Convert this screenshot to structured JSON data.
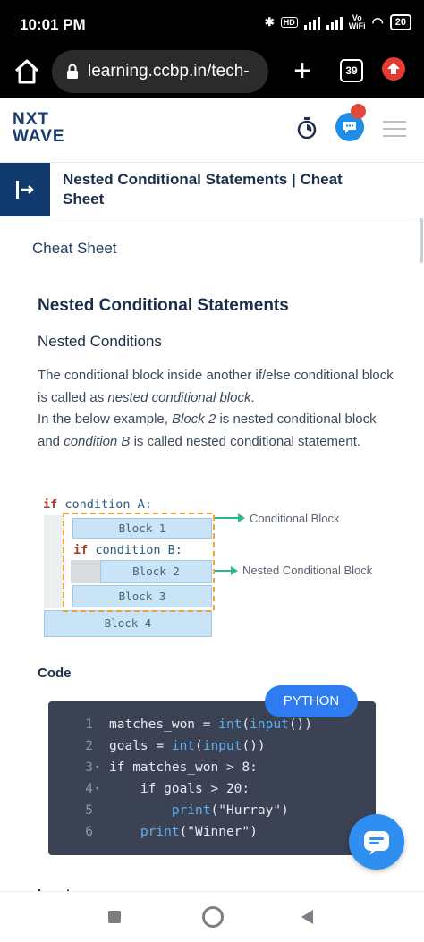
{
  "status_bar": {
    "time": "10:01 PM",
    "battery": "20",
    "vowifi_top": "Vo",
    "vowifi_bottom": "WiFi"
  },
  "browser": {
    "url": "learning.ccbp.in/tech-",
    "tab_count": "39"
  },
  "header": {
    "logo_line1": "NXT",
    "logo_line2": "WAVE"
  },
  "page": {
    "title": "Nested Conditional Statements | Cheat Sheet",
    "breadcrumb": "Cheat Sheet",
    "section_heading": "Nested Conditional Statements",
    "sub_heading": "Nested Conditions"
  },
  "paragraph": {
    "p1_a": "The conditional block inside another if/else conditional block is called as ",
    "p1_em": "nested conditional block",
    "p1_b": ".",
    "p2_a": "In the below example, ",
    "p2_em1": "Block 2",
    "p2_b": " is nested conditional block and ",
    "p2_em2": "condition B",
    "p2_c": " is called nested conditional statement."
  },
  "diagram": {
    "if_kw_1": "if",
    "cond_a": "condition A:",
    "if_kw_2": "if",
    "cond_b": "condition B:",
    "block1": "Block 1",
    "block2": "Block 2",
    "block3": "Block 3",
    "block4": "Block 4",
    "label_outer": "Conditional Block",
    "label_nested": "Nested Conditional Block"
  },
  "code_section": {
    "heading": "Code",
    "language": "PYTHON",
    "lines": [
      {
        "num": "1",
        "fold": "",
        "text": "matches_won = int(input())"
      },
      {
        "num": "2",
        "fold": "",
        "text": "goals = int(input())"
      },
      {
        "num": "3",
        "fold": "▾",
        "text": "if matches_won > 8:"
      },
      {
        "num": "4",
        "fold": "▾",
        "text": "    if goals > 20:"
      },
      {
        "num": "5",
        "fold": "",
        "text": "        print(\"Hurray\")"
      },
      {
        "num": "6",
        "fold": "",
        "text": "    print(\"Winner\")"
      }
    ]
  },
  "next_heading": "Input",
  "colors": {
    "brand_navy": "#113a6e",
    "accent_blue": "#2f7cf0",
    "code_bg": "#3a4254",
    "dashed_orange": "#f0a33a",
    "arrow_green": "#2fb58a"
  }
}
